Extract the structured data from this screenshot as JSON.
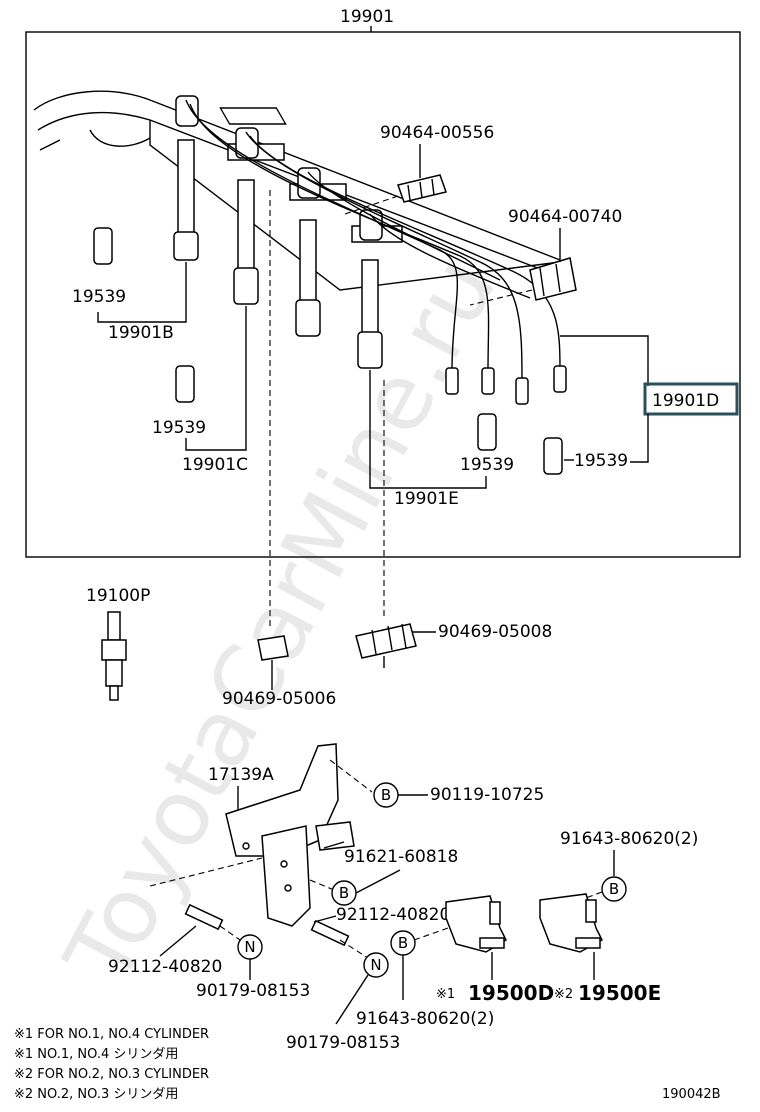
{
  "watermark": "ToyotaCarMine.ru",
  "labels": {
    "main_assembly": "19901",
    "clip_upper_1": "90464-00556",
    "clip_upper_2": "90464-00740",
    "boot_a": "19539",
    "cord_b": "19901B",
    "boot_b": "19539",
    "cord_c": "19901C",
    "boot_c": "19539",
    "cord_e": "19901E",
    "cord_d": "19901D",
    "boot_d": "19539",
    "spark_plug": "19100P",
    "clamp_left": "90469-05006",
    "clamp_right": "90469-05008",
    "bracket": "17139A",
    "bolt_b1": "90119-10725",
    "bolt_b2": "91621-60818",
    "stud_1": "92112-40820",
    "stud_2": "92112-40820",
    "nut_1": "90179-08153",
    "nut_2": "90179-08153",
    "bolt_coil_1": "91643-80620(2)",
    "bolt_coil_2": "91643-80620(2)",
    "coil_d": "19500D",
    "coil_e": "19500E",
    "coil_d_mark": "※1",
    "coil_e_mark": "※2",
    "marker_b": "B",
    "marker_n": "N"
  },
  "notes": [
    "※1 FOR NO.1, NO.4 CYLINDER",
    "※1 NO.1, NO.4 シリンダ用",
    "※2 FOR NO.2, NO.3 CYLINDER",
    "※2 NO.2, NO.3 シリンダ用"
  ],
  "diagram_code": "190042B"
}
